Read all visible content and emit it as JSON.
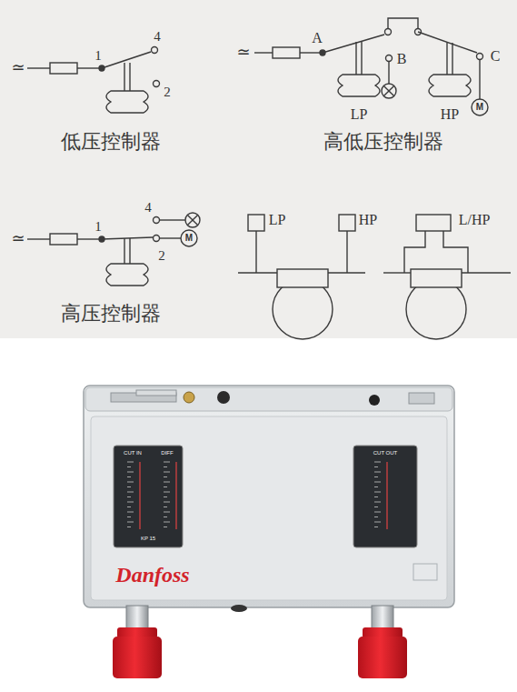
{
  "diagram": {
    "labels": [
      "≃",
      "1",
      "4",
      "2",
      "低压控制器",
      "≃",
      "A",
      "B",
      "C",
      "LP",
      "HP",
      "M",
      "高低压控制器",
      "≃",
      "1",
      "4",
      "2",
      "M",
      "高压控制器",
      "LP",
      "HP",
      "L/HP",
      "CUT IN",
      "DIFF",
      "CUT OUT",
      "KP 15",
      "Danfoss"
    ]
  }
}
